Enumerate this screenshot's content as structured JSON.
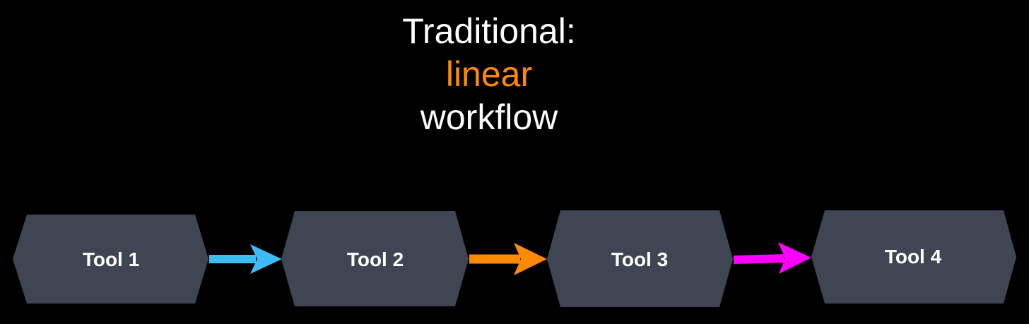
{
  "title": {
    "line1": "Traditional:",
    "line2": "linear",
    "line3": "workflow"
  },
  "colors": {
    "background": "#000000",
    "node_fill": "#3f4553",
    "title_text": "#ffffff",
    "highlight": "#ff8a00",
    "arrow_1": "#3dbdf7",
    "arrow_2": "#ff8a00",
    "arrow_3": "#ff00ff"
  },
  "nodes": [
    {
      "label": "Tool 1"
    },
    {
      "label": "Tool 2"
    },
    {
      "label": "Tool 3"
    },
    {
      "label": "Tool 4"
    }
  ],
  "edges": [
    {
      "from": "Tool 1",
      "to": "Tool 2",
      "color": "#3dbdf7"
    },
    {
      "from": "Tool 2",
      "to": "Tool 3",
      "color": "#ff8a00"
    },
    {
      "from": "Tool 3",
      "to": "Tool 4",
      "color": "#ff00ff"
    }
  ]
}
